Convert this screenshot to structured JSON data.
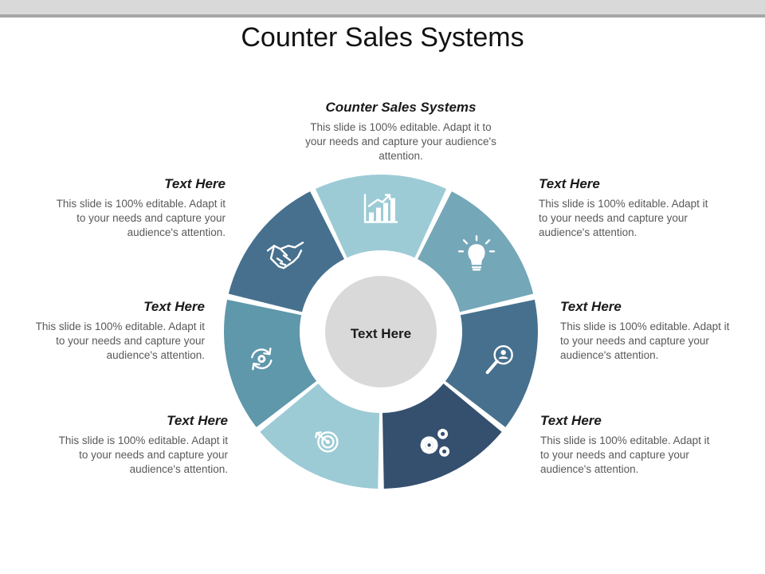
{
  "title": "Counter Sales Systems",
  "center_label": "Text Here",
  "colors": {
    "light": "#9ccbd6",
    "mid_light": "#74a7b8",
    "mid": "#5f97ab",
    "dark": "#46708e",
    "darkest": "#354f6e",
    "center": "#d9d9d9"
  },
  "icons": [
    "growth-chart-icon",
    "lightbulb-icon",
    "magnifier-user-icon",
    "gears-icon",
    "target-icon",
    "refresh-cycle-icon",
    "handshake-icon"
  ],
  "blocks": {
    "top": {
      "heading": "Counter Sales Systems",
      "body": "This slide is 100% editable. Adapt it to your needs and capture your audience's attention."
    },
    "right1": {
      "heading": "Text Here",
      "body": "This slide is 100% editable. Adapt it to your needs and capture your audience's attention."
    },
    "right2": {
      "heading": "Text Here",
      "body": "This slide is 100% editable. Adapt it to your needs and capture your audience's attention."
    },
    "right3": {
      "heading": "Text Here",
      "body": "This slide is 100% editable. Adapt it to your needs and capture your audience's attention."
    },
    "left1": {
      "heading": "Text Here",
      "body": "This slide is 100% editable. Adapt it to your needs and capture your audience's attention."
    },
    "left2": {
      "heading": "Text Here",
      "body": "This slide is 100% editable. Adapt it to your needs and capture your audience's attention."
    },
    "left3": {
      "heading": "Text Here",
      "body": "This slide is 100% editable. Adapt it to your needs and capture your audience's attention."
    }
  }
}
